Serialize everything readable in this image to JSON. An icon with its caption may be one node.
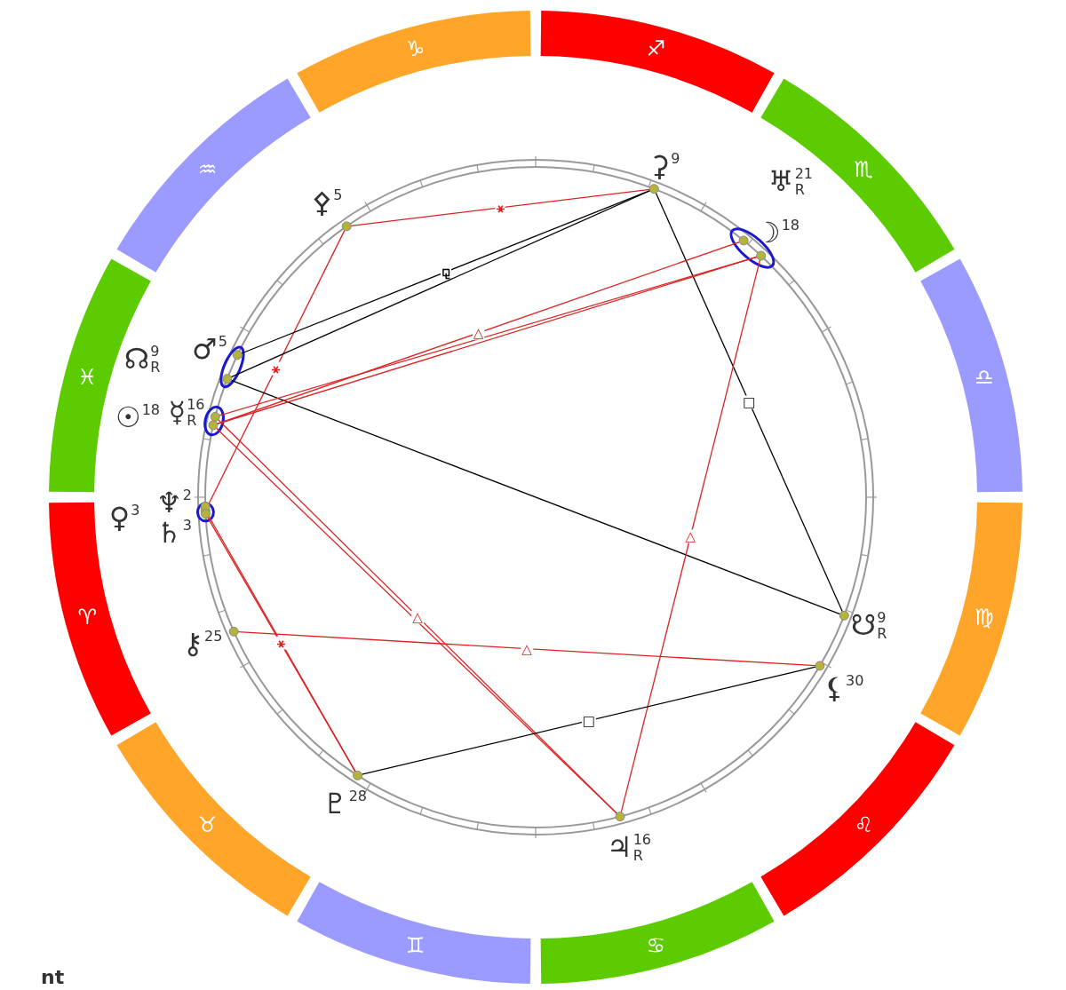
{
  "diagram": {
    "nodes": [
      {
        "text": [
          "♑"
        ]
      },
      {
        "text": [
          "♐"
        ]
      },
      {
        "text": [
          "♏"
        ]
      },
      {
        "text": [
          "♎"
        ]
      },
      {
        "text": [
          "♍"
        ]
      },
      {
        "text": [
          "♌"
        ]
      },
      {
        "text": [
          "♋"
        ]
      },
      {
        "text": [
          "♊"
        ]
      },
      {
        "text": [
          "♉"
        ]
      },
      {
        "text": [
          "♈"
        ]
      },
      {
        "text": [
          "♓"
        ]
      },
      {
        "text": [
          "♒"
        ]
      },
      {
        "text": [],
        "shape": "circle",
        "beside": [
          "⚴",
          "5"
        ]
      },
      {
        "text": [],
        "shape": "circle",
        "beside": [
          "⚳",
          "9"
        ]
      },
      {
        "text": [],
        "shape": "circle",
        "beside": [
          "♅",
          "21",
          "R"
        ]
      },
      {
        "text": [],
        "shape": "circle",
        "beside": [
          "☽",
          "18"
        ]
      },
      {
        "text": [],
        "shape": "circle",
        "beside": [
          "☊",
          "9",
          "R"
        ]
      },
      {
        "text": [],
        "shape": "circle",
        "beside": [
          "♂",
          "5"
        ]
      },
      {
        "text": [],
        "shape": "circle",
        "beside": [
          "☉",
          "18"
        ]
      },
      {
        "text": [],
        "shape": "circle",
        "beside": [
          "☿",
          "16",
          "R"
        ]
      },
      {
        "text": [],
        "shape": "circle",
        "beside": [
          "♀",
          "3"
        ]
      },
      {
        "text": [],
        "shape": "circle",
        "beside": [
          "♆",
          "2"
        ]
      },
      {
        "text": [],
        "shape": "circle",
        "beside": [
          "♄",
          "3"
        ]
      },
      {
        "text": [],
        "shape": "circle",
        "beside": [
          "⚷",
          "25"
        ]
      },
      {
        "text": [],
        "shape": "circle",
        "beside": [
          "♇",
          "28"
        ]
      },
      {
        "text": [],
        "shape": "circle",
        "beside": [
          "♃",
          "16",
          "R"
        ]
      },
      {
        "text": [],
        "shape": "circle",
        "beside": [
          "⚸",
          "30"
        ]
      },
      {
        "text": [],
        "shape": "circle",
        "beside": [
          "☋",
          "9",
          "R"
        ]
      }
    ],
    "edges": [
      {
        "from": 12,
        "to": 13,
        "arrow": "none",
        "label": "⚹"
      },
      {
        "from": 12,
        "to": 20,
        "arrow": "none",
        "label": "⚹"
      },
      {
        "from": 13,
        "to": 17,
        "arrow": "none",
        "label": "⚼",
        "color": "#000000"
      },
      {
        "from": 13,
        "to": 16,
        "arrow": "none",
        "color": "#000000"
      },
      {
        "from": 13,
        "to": 27,
        "arrow": "none",
        "label": "□",
        "color": "#000000"
      },
      {
        "from": 16,
        "to": 27,
        "arrow": "none",
        "color": "#000000"
      },
      {
        "from": 14,
        "to": 19,
        "arrow": "none",
        "label": "△"
      },
      {
        "from": 15,
        "to": 18,
        "arrow": "none"
      },
      {
        "from": 15,
        "to": 19,
        "arrow": "none"
      },
      {
        "from": 15,
        "to": 25,
        "arrow": "none",
        "label": "△"
      },
      {
        "from": 18,
        "to": 25,
        "arrow": "none",
        "label": "△"
      },
      {
        "from": 19,
        "to": 25,
        "arrow": "none"
      },
      {
        "from": 20,
        "to": 24,
        "arrow": "none",
        "label": "⚹"
      },
      {
        "from": 22,
        "to": 24,
        "arrow": "none"
      },
      {
        "from": 23,
        "to": 26,
        "arrow": "none",
        "label": "△"
      },
      {
        "from": 24,
        "to": 26,
        "arrow": "none",
        "label": "□",
        "color": "#000000"
      }
    ],
    "labels": [
      "nt"
    ]
  }
}
